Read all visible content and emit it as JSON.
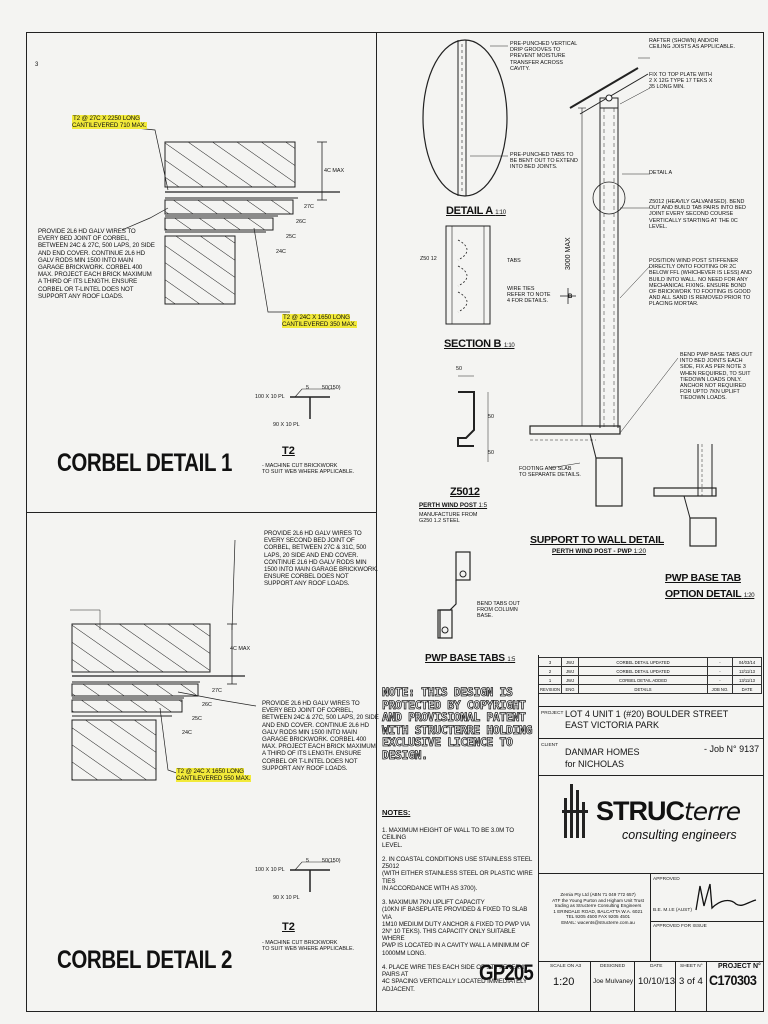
{
  "page_number": "3",
  "corbel1": {
    "title": "CORBEL DETAIL 1",
    "top_note": "T2 @ 27c x 2250 LONG\nCANTILEVERED 710 MAX.",
    "left_note": "PROVIDE 2L6 HD GALV WIRES TO\nEVERY BED JOINT OF CORBEL,\nBETWEEN 24c & 27c, 500 LAPS, 20 SIDE\nAND END COVER. CONTINUE 2L6 HD\nGALV RODS MIN 1500 INTO MAIN\nGARAGE BRICKWORK. CORBEL 400\nMAX. PROJECT EACH BRICK MAXIMUM\nA THIRD OF ITS LENGTH. ENSURE\nCORBEL OR T-LINTEL DOES NOT\nSUPPORT ANY ROOF LOADS.",
    "bottom_note": "T2 @ 24c x 1650 LONG\nCANTILEVERED 350 MAX.",
    "dim_max": "4c MAX",
    "courses": [
      "27c",
      "26c",
      "25c",
      "24c"
    ],
    "t2_label": "T2",
    "t2_pl": "100 x 10 PL",
    "t2_pl2": "90 x 10 PL",
    "t2_weld": "5",
    "t2_weld2": "50(150)",
    "t2_note": "- MACHINE CUT BRICKWORK\nTO SUIT WEB WHERE APPLICABLE."
  },
  "corbel2": {
    "title": "CORBEL DETAIL 2",
    "top_note": "PROVIDE 2L6 HD GALV WIRES TO\nEVERY SECOND BED JOINT OF\nCORBEL, BETWEEN 27c & 31c, 500\nLAPS, 20 SIDE AND END COVER.\nCONTINUE 2L6 HD GALV RODS MIN\n1500 INTO MAIN GARAGE BRICKWORK.\nENSURE CORBEL DOES NOT\nSUPPORT ANY ROOF LOADS.",
    "right_note": "PROVIDE 2L6 HD GALV WIRES TO\nEVERY BED JOINT OF CORBEL,\nBETWEEN 24c & 27c, 500 LAPS, 20 SIDE\nAND END COVER. CONTINUE 2L6 HD\nGALV RODS MIN 1500 INTO MAIN\nGARAGE BRICKWORK. CORBEL 400\nMAX. PROJECT EACH BRICK MAXIMUM\nA THIRD OF ITS LENGTH. ENSURE\nCORBEL OR T-LINTEL DOES NOT\nSUPPORT ANY ROOF LOADS.",
    "bottom_note": "T2 @ 24c x 1650 LONG\nCANTILEVERED 550 MAX.",
    "dim_max": "4c MAX",
    "courses": [
      "27c",
      "26c",
      "25c",
      "24c"
    ],
    "t2_label": "T2",
    "t2_pl": "100 x 10 PL",
    "t2_pl2": "90 x 10 PL",
    "t2_weld": "5",
    "t2_weld2": "50(150)",
    "t2_note": "- MACHINE CUT BRICKWORK\nTO SUIT WEB WHERE APPLICABLE."
  },
  "detail_a": {
    "title": "DETAIL A",
    "scale": "1:10",
    "note1": "PRE-PUNCHED VERTICAL\nDRIP GROOVES TO\nPREVENT MOISTURE\nTRANSFER ACROSS\nCAVITY.",
    "note2": "PRE-PUNCHED TABS TO\nBE BENT OUT TO EXTEND\nINTO BED JOINTS."
  },
  "section_b": {
    "title": "SECTION B",
    "scale": "1:10",
    "z_label": "Z50 12",
    "tabs": "TABS",
    "wire": "WIRE TIES\nREFER TO NOTE\n4 FOR DETAILS."
  },
  "z5012": {
    "title": "Z5012",
    "subtitle": "PERTH WIND POST",
    "scale": "1:5",
    "note": "MANUFACTURE FROM\nG250 1.2 STEEL",
    "dims": [
      "50",
      "50",
      "50"
    ]
  },
  "pwp_tabs": {
    "title": "PWP BASE TABS",
    "scale": "1:5",
    "note": "BEND TABS OUT\nFROM COLUMN\nBASE."
  },
  "support": {
    "title": "SUPPORT TO WALL DETAIL",
    "subtitle": "PERTH WIND POST - PWP",
    "scale": "1:20",
    "dim": "3000 MAX",
    "note_rafter": "RAFTER (SHOWN) AND/OR\nCEILING JOISTS AS APPLICABLE.",
    "note_fix": "FIX TO TOP PLATE WITH\n2 x 12g TYPE 17 TEKS x\n35 LONG MIN.",
    "note_detail": "DETAIL A",
    "note_z": "Z5012 (HEAVILY GALVANISED). BEND\nOUT AND BUILD TAB PAIRS INTO BED\nJOINT EVERY SECOND COURSE\nVERTICALLY STARTING AT THE 0c\nLEVEL.",
    "note_position": "POSITION WIND POST STIFFENER\nDIRECTLY ONTO FOOTING OR 2c\nBELOW FFL (WHICHEVER IS LESS) AND\nBUILD INTO WALL. NO NEED FOR ANY\nMECHANICAL FIXING. ENSURE BOND\nOF BRICKWORK TO FOOTING IS GOOD\nAND ALL SAND IS REMOVED PRIOR TO\nPLACING MORTAR.",
    "note_bend": "BEND PWP BASE TABS OUT\nINTO BED JOINTS EACH\nSIDE, FIX AS PER NOTE 3\nWHEN REQUIRED, TO SUIT\nTIEDOWN LOADS ONLY.\nANCHOR NOT REQUIRED\nFOR UPTO 7kN UPLIFT\nTIEDOWN LOADS.",
    "note_footing": "FOOTING AND SLAB\nTO SEPARATE DETAILS.",
    "marker": "B"
  },
  "pwp_option": {
    "title1": "PWP BASE TAB",
    "title2": "OPTION DETAIL",
    "scale": "1:20"
  },
  "copyright": "NOTE: THIS DESIGN IS\nPROTECTED BY COPYRIGHT\nAND PROVISIONAL PATENT\nWITH STRUCTERRE HOLDING\nEXCLUSIVE LICENCE TO\nDESIGN.",
  "notes": {
    "heading": "NOTES:",
    "items": [
      "1.  MAXIMUM HEIGHT OF WALL TO BE 3.0m TO CEILING\n     LEVEL.",
      "2.  IN COASTAL CONDITIONS USE STAINLESS STEEL Z5012\n     (WITH EITHER STAINLESS STEEL OR PLASTIC WIRE TIES\n     IN ACCORDANCE WITH AS 3700).",
      "3.  MAXIMUM 7kN UPLIFT CAPACITY\n     (10kN IF BASEPLATE PROVIDED & FIXED TO SLAB VIA\n     1M10 MEDIUM DUTY ANCHOR & FIXED TO PWP VIA\n     2N° 10 TEKS). THIS CAPACITY ONLY SUITABLE WHERE\n     PWP IS LOCATED IN A CAVITY WALL A MINIMUM OF\n     1000mm LONG.",
      "4.  PLACE WIRE TIES EACH SIDE OF STIFFENER IN PAIRS AT\n     4c SPACING VERTICALLY LOCATED IMMEDIATELY\n     ADJACENT."
    ]
  },
  "revisions": {
    "rows": [
      [
        "3",
        "JWJ",
        "CORBEL DETAIL UPDATED",
        "-",
        "04/03/14"
      ],
      [
        "2",
        "JWJ",
        "CORBEL DETAIL UPDATED",
        "-",
        "12/11/13"
      ],
      [
        "1",
        "JWJ",
        "CORBEL DETAIL ADDED",
        "-",
        "13/11/13"
      ]
    ],
    "header": [
      "REVISION",
      "ENG",
      "DETAILS",
      "JOB No.",
      "DATE"
    ]
  },
  "titleblock": {
    "project_label": "PROJECT",
    "project_line1": "LOT 4 UNIT 1 (#20) BOULDER STREET",
    "project_line2": "EAST VICTORIA PARK",
    "client_label": "CLIENT",
    "client_line1": "DANMAR HOMES",
    "client_line2": "for NICHOLAS",
    "job": "- Job N° 9137",
    "logo_main": "STRUC",
    "logo_italic": "terre",
    "logo_sub": "consulting engineers",
    "address": "Zemia Pty Ltd (ABN 71 049 772 657)\nATF the Young Purton and Higham Unit Trust\ntrading as Structerre Consulting Engineers\n1 ERINDALE ROAD, BALCATTA W.A. 6021\nTEL 9205 4500   FAX 9205 4501\nEMAIL: wacents@structerre.com.au",
    "approved_label": "APPROVED",
    "approved_name": "B.E. M.I.E (AUST)",
    "approved_issue": "APPROVED FOR ISSUE",
    "drawing_no": "GP205",
    "scale_label": "SCALE ON A3",
    "scale": "1:20",
    "designed_label": "DESIGNED",
    "designed": "Joe Mulvaney",
    "date_label": "DATE",
    "date": "10/10/13",
    "sheet_label": "SHEET N°",
    "sheet": "3 of 4",
    "project_no_label": "PROJECT N°",
    "project_no": "C170303"
  }
}
